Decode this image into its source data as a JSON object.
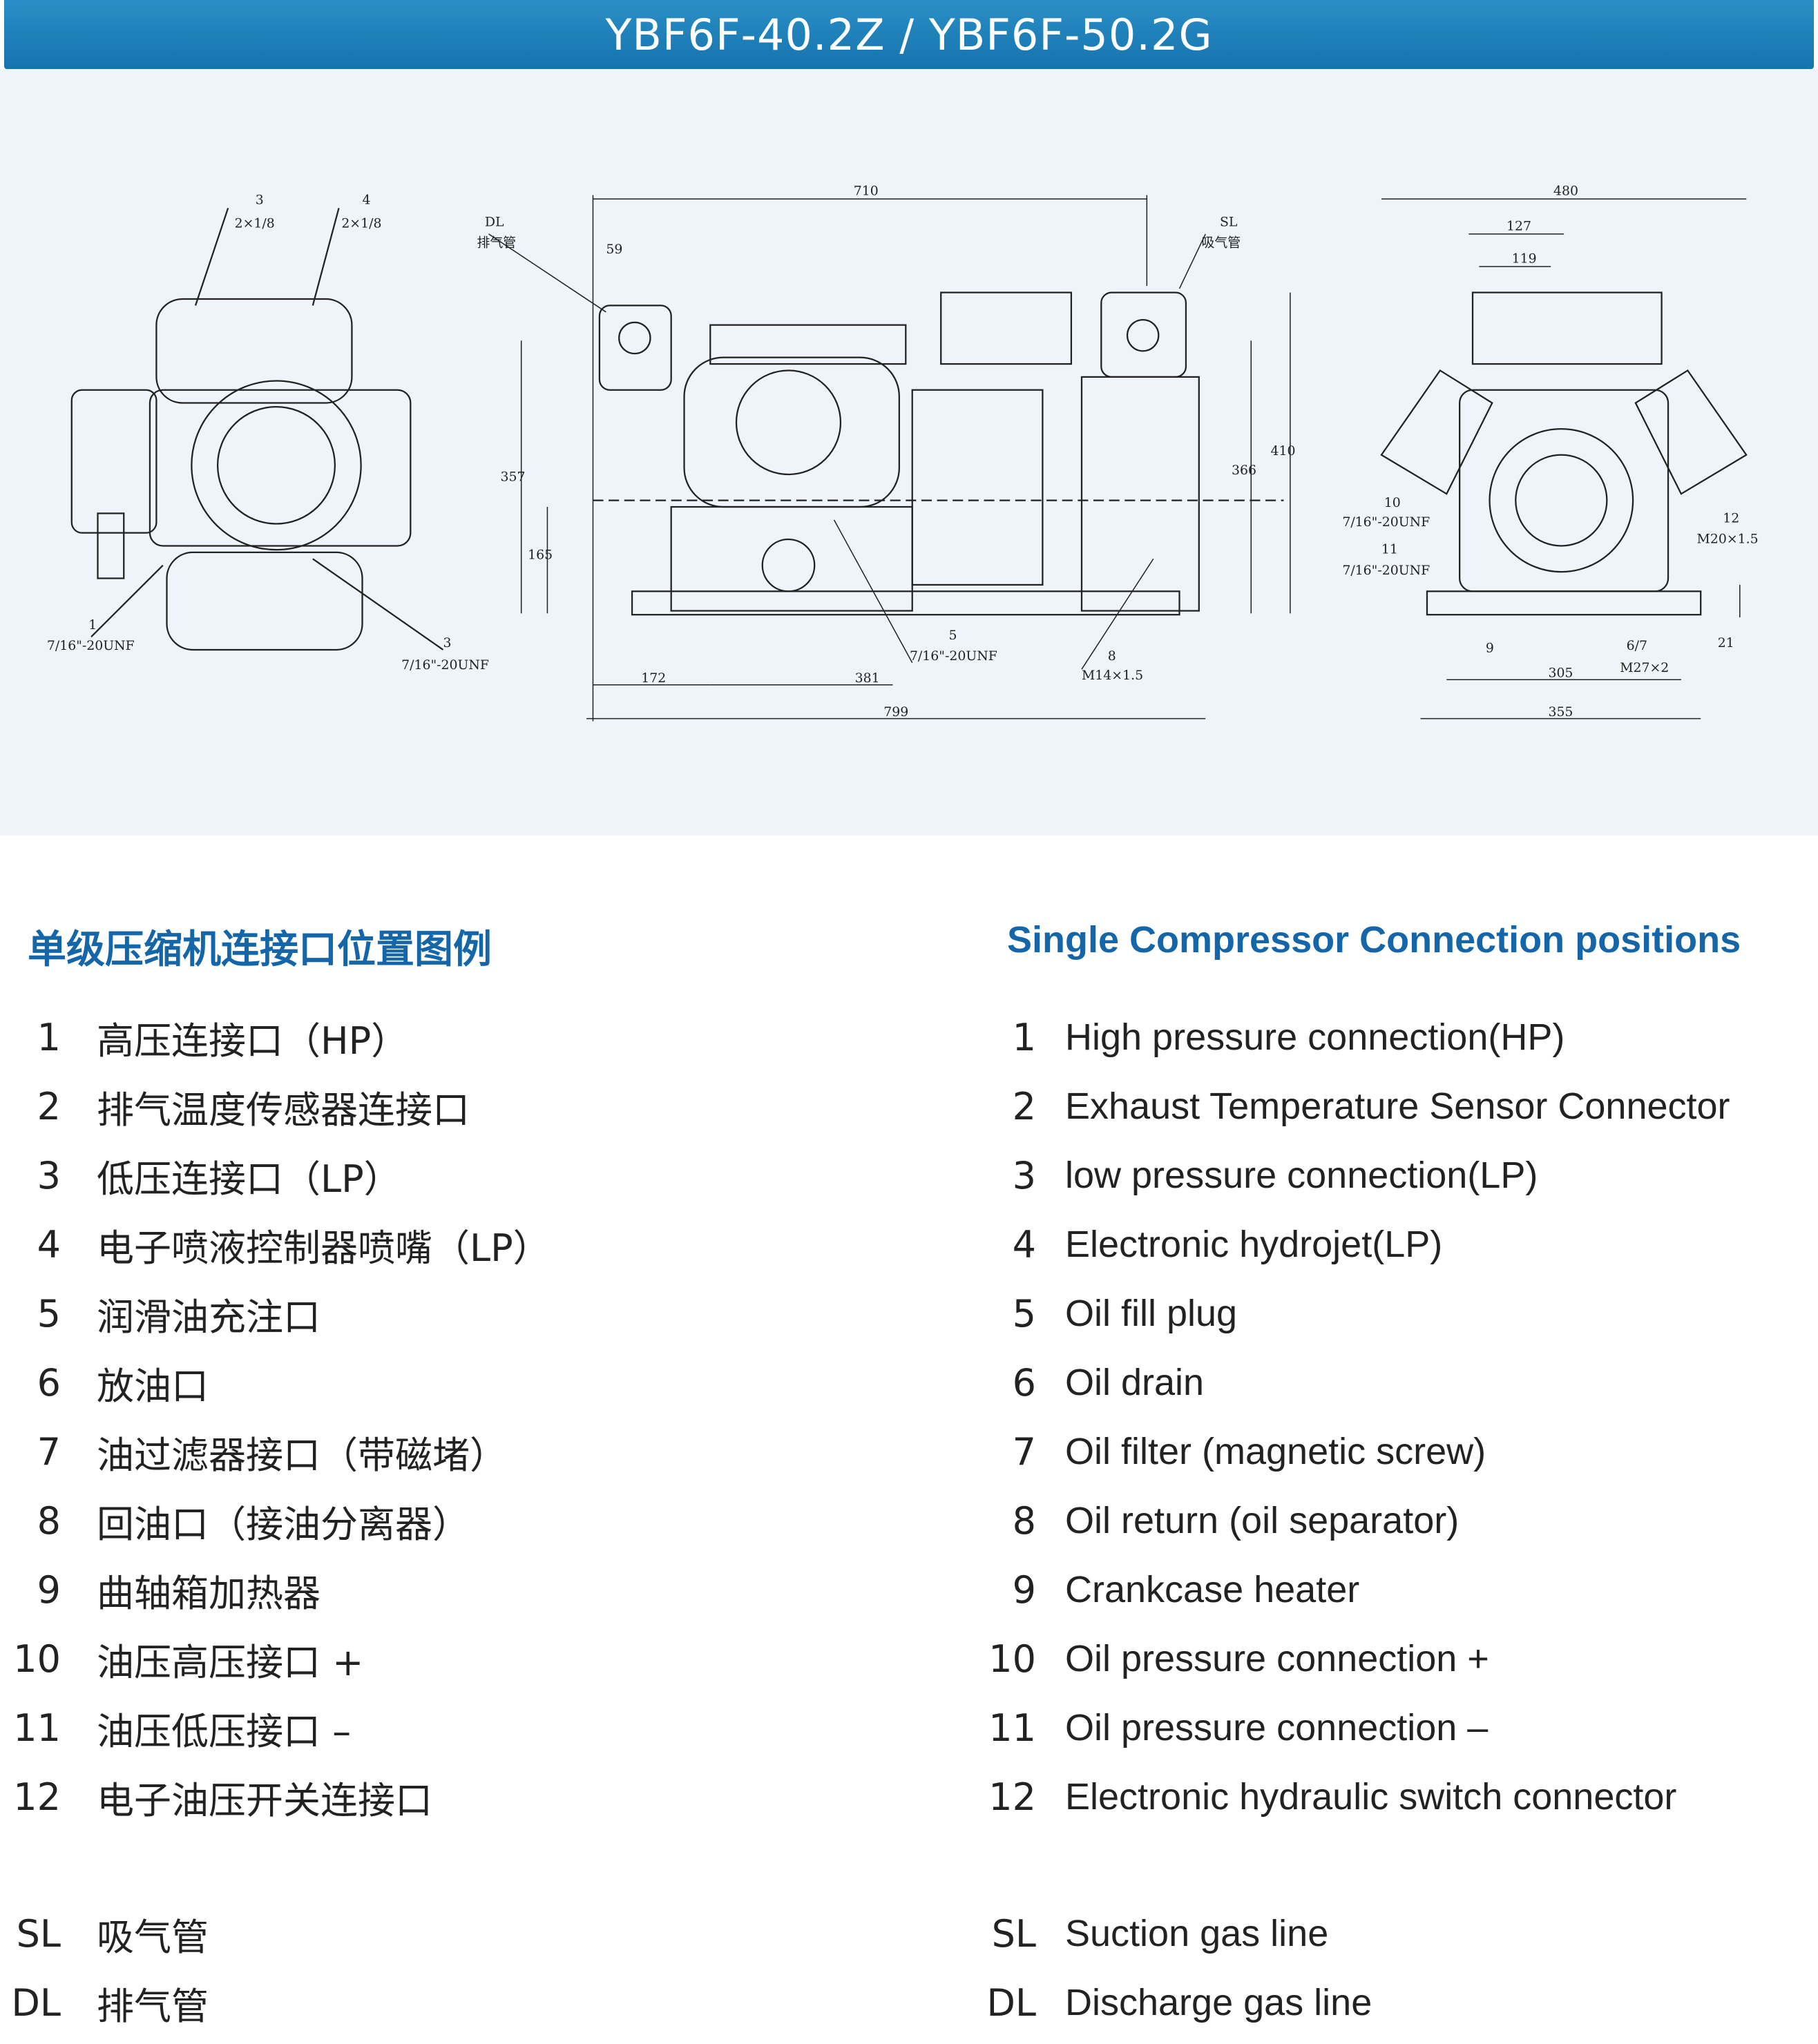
{
  "header": {
    "title": "YBF6F-40.2Z / YBF6F-50.2G"
  },
  "drawing": {
    "labels": {
      "c3": "3",
      "c4": "4",
      "c3_spec": "2×1/8",
      "c4_spec": "2×1/8",
      "c1_left": "1",
      "c1_left_spec": "7/16\"-20UNF",
      "c3_left": "3",
      "c3_left_spec": "7/16\"-20UNF",
      "dl": "DL",
      "dl_spec": "排气管",
      "sl": "SL",
      "sl_spec": "吸气管",
      "d59": "59",
      "d710": "710",
      "d357": "357",
      "d165": "165",
      "d366": "366",
      "d410": "410",
      "c5": "5",
      "c5_spec": "7/16\"-20UNF",
      "c8": "8",
      "c8_spec": "M14×1.5",
      "d172": "172",
      "d381": "381",
      "d799": "799",
      "d480": "480",
      "d127": "127",
      "d119": "119",
      "c10": "10",
      "c10_spec": "7/16\"-20UNF",
      "c11": "11",
      "c11_spec": "7/16\"-20UNF",
      "c12": "12",
      "c12_spec": "M20×1.5",
      "c9": "9",
      "c67": "6/7",
      "c67_spec": "M27×2",
      "d305": "305",
      "d355": "355",
      "d21": "21"
    }
  },
  "legend_cn": {
    "title": "单级压缩机连接口位置图例",
    "items": [
      {
        "num": "1",
        "text": "高压连接口（HP）"
      },
      {
        "num": "2",
        "text": "排气温度传感器连接口"
      },
      {
        "num": "3",
        "text": "低压连接口（LP）"
      },
      {
        "num": "4",
        "text": "电子喷液控制器喷嘴（LP）"
      },
      {
        "num": "5",
        "text": "润滑油充注口"
      },
      {
        "num": "6",
        "text": "放油口"
      },
      {
        "num": "7",
        "text": "油过滤器接口（带磁堵）"
      },
      {
        "num": "8",
        "text": "回油口（接油分离器）"
      },
      {
        "num": "9",
        "text": "曲轴箱加热器"
      },
      {
        "num": "10",
        "text": "油压高压接口 +"
      },
      {
        "num": "11",
        "text": "油压低压接口 –"
      },
      {
        "num": "12",
        "text": "电子油压开关连接口"
      }
    ],
    "lines": [
      {
        "num": "SL",
        "text": "吸气管"
      },
      {
        "num": "DL",
        "text": "排气管"
      }
    ]
  },
  "legend_en": {
    "title": "Single Compressor Connection positions",
    "items": [
      {
        "num": "1",
        "text": "High pressure connection(HP)"
      },
      {
        "num": "2",
        "text": "Exhaust Temperature Sensor Connector"
      },
      {
        "num": "3",
        "text": "low pressure connection(LP)"
      },
      {
        "num": "4",
        "text": "Electronic hydrojet(LP)"
      },
      {
        "num": "5",
        "text": "Oil fill plug"
      },
      {
        "num": "6",
        "text": "Oil drain"
      },
      {
        "num": "7",
        "text": "Oil filter (magnetic screw)"
      },
      {
        "num": "8",
        "text": "Oil return (oil separator)"
      },
      {
        "num": "9",
        "text": "Crankcase heater"
      },
      {
        "num": "10",
        "text": "Oil pressure connection +"
      },
      {
        "num": "11",
        "text": "Oil pressure connection –"
      },
      {
        "num": "12",
        "text": "Electronic hydraulic switch connector"
      }
    ],
    "lines": [
      {
        "num": "SL",
        "text": "Suction gas line"
      },
      {
        "num": "DL",
        "text": "Discharge gas line"
      }
    ]
  },
  "colors": {
    "header": "#1a7db5",
    "heading": "#1566a8",
    "drawing_bg": "#eef4f9"
  }
}
